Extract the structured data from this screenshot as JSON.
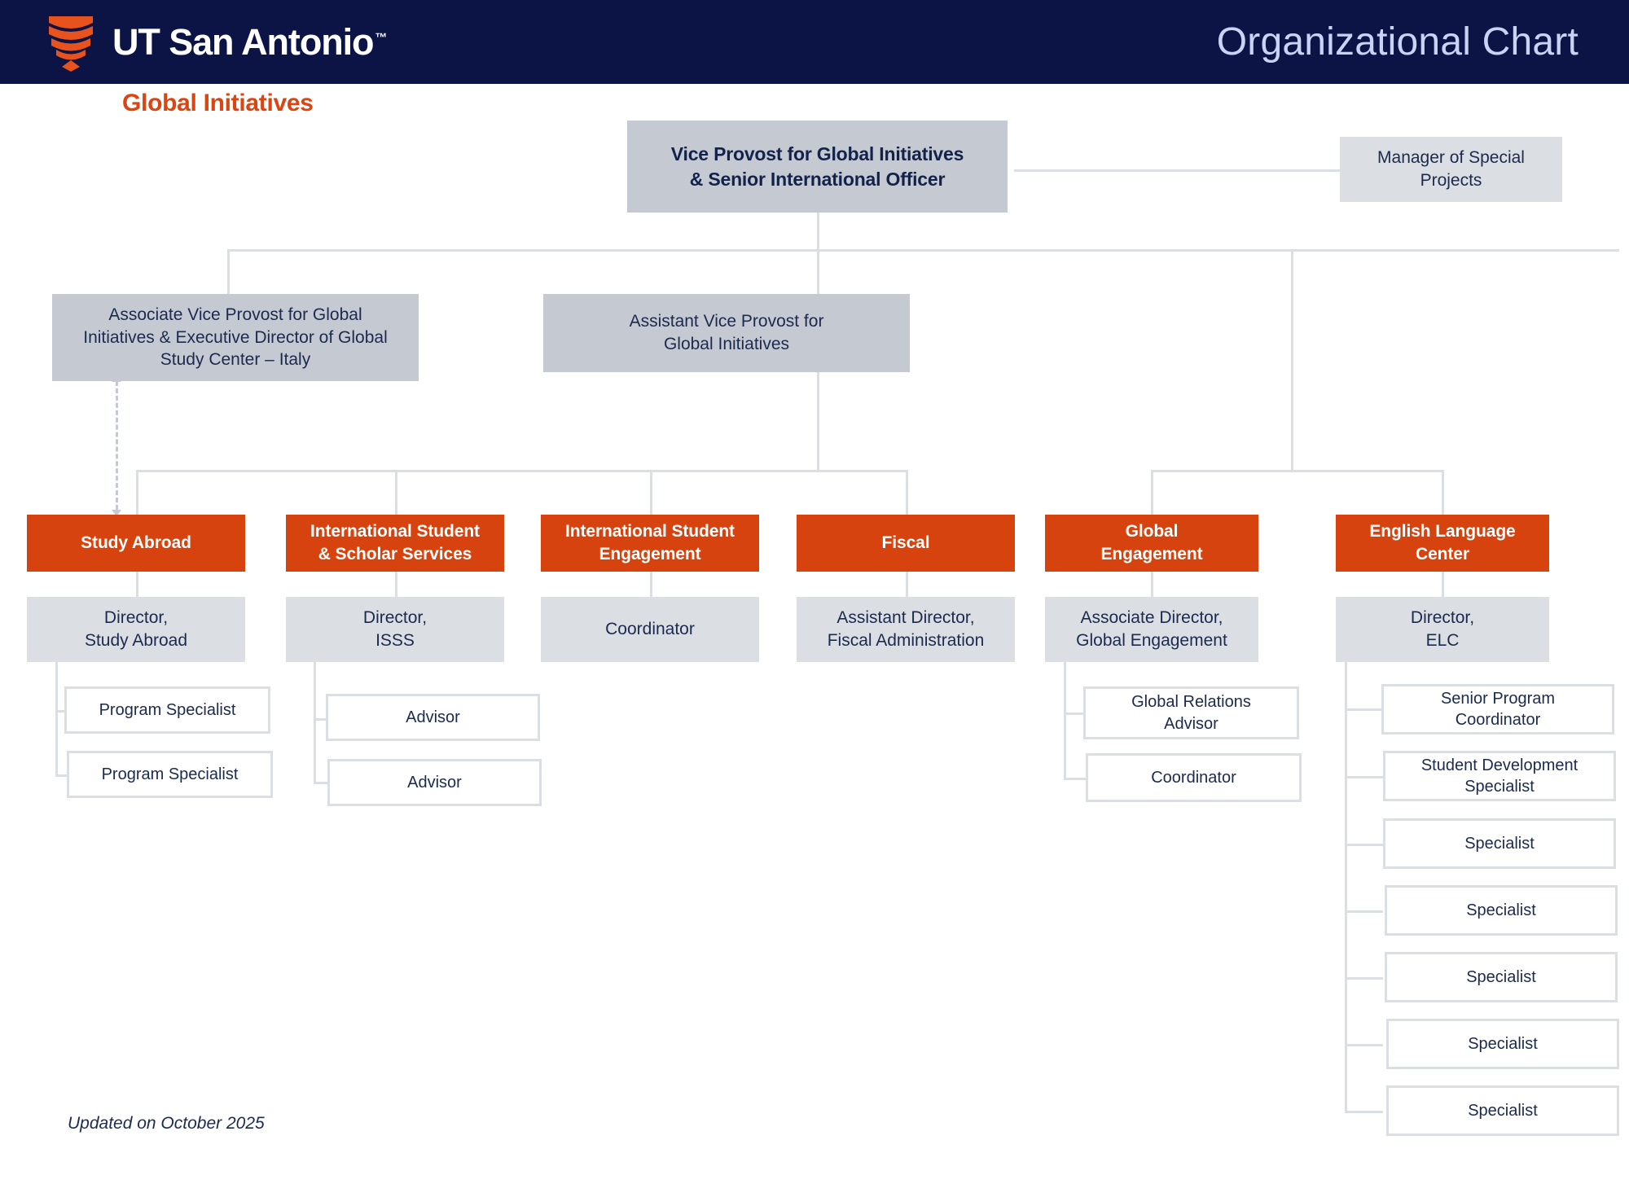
{
  "header": {
    "brand": "UT San Antonio",
    "trademark": "™",
    "title": "Organizational Chart",
    "logo_icon": "utsa-shield-icon",
    "bg_color": "#0C1446",
    "title_color": "#C7D4F5"
  },
  "subtitle": "Global Initiatives",
  "subtitle_color": "#DA4511",
  "footer": "Updated on October 2025",
  "colors": {
    "orange": "#D6430E",
    "grey_fill": "#C5C9D1",
    "grey_light": "#DBDFE4",
    "navy_text": "#1B2A4E"
  },
  "chart_data": {
    "type": "org-chart",
    "title": "Organizational Chart",
    "subtitle": "Global Initiatives",
    "nodes": [
      {
        "id": "vp",
        "label": "Vice Provost for Global Initiatives\n& Senior International Officer",
        "style": "grey-bold",
        "level": 0
      },
      {
        "id": "msp",
        "label": "Manager of Special\nProjects",
        "style": "grey-light",
        "level": 1
      },
      {
        "id": "avp_assoc",
        "label": "Associate Vice Provost for Global\nInitiatives & Executive Director of Global\nStudy Center – Italy",
        "style": "grey",
        "level": 1
      },
      {
        "id": "avp_asst",
        "label": "Assistant Vice Provost for\nGlobal Initiatives",
        "style": "grey",
        "level": 1
      },
      {
        "id": "dept_sa",
        "label": "Study Abroad",
        "style": "orange",
        "level": 2
      },
      {
        "id": "dept_isss",
        "label": "International Student\n& Scholar Services",
        "style": "orange",
        "level": 2
      },
      {
        "id": "dept_ise",
        "label": "International Student\nEngagement",
        "style": "orange",
        "level": 2
      },
      {
        "id": "dept_fiscal",
        "label": "Fiscal",
        "style": "orange",
        "level": 2
      },
      {
        "id": "dept_ge",
        "label": "Global\nEngagement",
        "style": "orange",
        "level": 2
      },
      {
        "id": "dept_elc",
        "label": "English Language\nCenter",
        "style": "orange",
        "level": 2
      },
      {
        "id": "sa_dir",
        "label": "Director,\nStudy Abroad",
        "style": "grey-light",
        "level": 3
      },
      {
        "id": "isss_dir",
        "label": "Director,\nISSS",
        "style": "grey-light",
        "level": 3
      },
      {
        "id": "ise_coord",
        "label": "Coordinator",
        "style": "grey-light",
        "level": 3
      },
      {
        "id": "fiscal_ad",
        "label": "Assistant Director,\nFiscal Administration",
        "style": "grey-light",
        "level": 3
      },
      {
        "id": "ge_ad",
        "label": "Associate Director,\nGlobal Engagement",
        "style": "grey-light",
        "level": 3
      },
      {
        "id": "elc_dir",
        "label": "Director,\nELC",
        "style": "grey-light",
        "level": 3
      },
      {
        "id": "sa_ps1",
        "label": "Program Specialist",
        "style": "outline",
        "level": 4
      },
      {
        "id": "sa_ps2",
        "label": "Program Specialist",
        "style": "outline",
        "level": 4
      },
      {
        "id": "isss_adv1",
        "label": "Advisor",
        "style": "outline",
        "level": 4
      },
      {
        "id": "isss_adv2",
        "label": "Advisor",
        "style": "outline",
        "level": 4
      },
      {
        "id": "ge_gra",
        "label": "Global Relations\nAdvisor",
        "style": "outline",
        "level": 4
      },
      {
        "id": "ge_coord",
        "label": "Coordinator",
        "style": "outline",
        "level": 4
      },
      {
        "id": "elc_spc",
        "label": "Senior Program\nCoordinator",
        "style": "outline",
        "level": 4
      },
      {
        "id": "elc_sds",
        "label": "Student Development\nSpecialist",
        "style": "outline",
        "level": 4
      },
      {
        "id": "elc_s1",
        "label": "Specialist",
        "style": "outline",
        "level": 4
      },
      {
        "id": "elc_s2",
        "label": "Specialist",
        "style": "outline",
        "level": 4
      },
      {
        "id": "elc_s3",
        "label": "Specialist",
        "style": "outline",
        "level": 4
      },
      {
        "id": "elc_s4",
        "label": "Specialist",
        "style": "outline",
        "level": 4
      },
      {
        "id": "elc_s5",
        "label": "Specialist",
        "style": "outline",
        "level": 4
      }
    ],
    "edges": [
      {
        "from": "vp",
        "to": "msp",
        "style": "solid"
      },
      {
        "from": "vp",
        "to": "avp_assoc",
        "style": "solid"
      },
      {
        "from": "vp",
        "to": "avp_asst",
        "style": "solid"
      },
      {
        "from": "vp",
        "to": "dept_ge",
        "style": "solid"
      },
      {
        "from": "vp",
        "to": "dept_elc",
        "style": "solid"
      },
      {
        "from": "avp_assoc",
        "to": "dept_sa",
        "style": "dashed"
      },
      {
        "from": "avp_asst",
        "to": "dept_sa",
        "style": "solid"
      },
      {
        "from": "avp_asst",
        "to": "dept_isss",
        "style": "solid"
      },
      {
        "from": "avp_asst",
        "to": "dept_ise",
        "style": "solid"
      },
      {
        "from": "avp_asst",
        "to": "dept_fiscal",
        "style": "solid"
      },
      {
        "from": "dept_sa",
        "to": "sa_dir",
        "style": "solid"
      },
      {
        "from": "dept_isss",
        "to": "isss_dir",
        "style": "solid"
      },
      {
        "from": "dept_ise",
        "to": "ise_coord",
        "style": "solid"
      },
      {
        "from": "dept_fiscal",
        "to": "fiscal_ad",
        "style": "solid"
      },
      {
        "from": "dept_ge",
        "to": "ge_ad",
        "style": "solid"
      },
      {
        "from": "dept_elc",
        "to": "elc_dir",
        "style": "solid"
      },
      {
        "from": "sa_dir",
        "to": "sa_ps1",
        "style": "solid"
      },
      {
        "from": "sa_dir",
        "to": "sa_ps2",
        "style": "solid"
      },
      {
        "from": "isss_dir",
        "to": "isss_adv1",
        "style": "solid"
      },
      {
        "from": "isss_dir",
        "to": "isss_adv2",
        "style": "solid"
      },
      {
        "from": "ge_ad",
        "to": "ge_gra",
        "style": "solid"
      },
      {
        "from": "ge_ad",
        "to": "ge_coord",
        "style": "solid"
      },
      {
        "from": "elc_dir",
        "to": "elc_spc",
        "style": "solid"
      },
      {
        "from": "elc_dir",
        "to": "elc_sds",
        "style": "solid"
      },
      {
        "from": "elc_dir",
        "to": "elc_s1",
        "style": "solid"
      },
      {
        "from": "elc_dir",
        "to": "elc_s2",
        "style": "solid"
      },
      {
        "from": "elc_dir",
        "to": "elc_s3",
        "style": "solid"
      },
      {
        "from": "elc_dir",
        "to": "elc_s4",
        "style": "solid"
      },
      {
        "from": "elc_dir",
        "to": "elc_s5",
        "style": "solid"
      }
    ]
  }
}
